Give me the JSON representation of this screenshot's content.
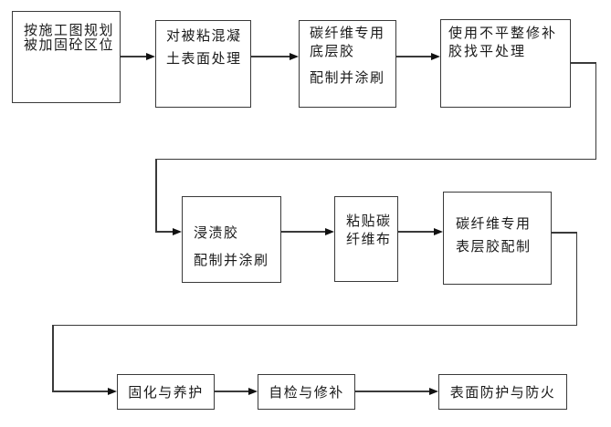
{
  "diagram": {
    "type": "flowchart",
    "language": "zh",
    "colors": {
      "line": "#3a3a3a",
      "text": "#1a1a1a",
      "background": "#ffffff"
    },
    "boxes": [
      {
        "id": 1,
        "lines": [
          "按施工图规划",
          "被加固砼区位"
        ]
      },
      {
        "id": 2,
        "lines": [
          "对被粘混凝",
          "土表面处理"
        ]
      },
      {
        "id": 3,
        "lines": [
          "碳纤维专用",
          "底层胶",
          "配制并涂刷"
        ]
      },
      {
        "id": 4,
        "lines": [
          "使用不平整修补",
          "胶找平处理"
        ]
      },
      {
        "id": 5,
        "lines": [
          "浸渍胶",
          "配制并涂刷"
        ]
      },
      {
        "id": 6,
        "lines": [
          "粘贴碳",
          "纤维布"
        ]
      },
      {
        "id": 7,
        "lines": [
          "碳纤维专用",
          "表层胶配制"
        ]
      },
      {
        "id": 8,
        "lines": [
          "固化与养护"
        ]
      },
      {
        "id": 9,
        "lines": [
          "自检与修补"
        ]
      },
      {
        "id": 10,
        "lines": [
          "表面防护与防火"
        ]
      }
    ],
    "edges": [
      {
        "from": 1,
        "to": 2
      },
      {
        "from": 2,
        "to": 3
      },
      {
        "from": 3,
        "to": 4
      },
      {
        "from": 4,
        "to": 5
      },
      {
        "from": 5,
        "to": 6
      },
      {
        "from": 6,
        "to": 7
      },
      {
        "from": 7,
        "to": 8
      },
      {
        "from": 8,
        "to": 9
      },
      {
        "from": 9,
        "to": 10
      }
    ]
  }
}
